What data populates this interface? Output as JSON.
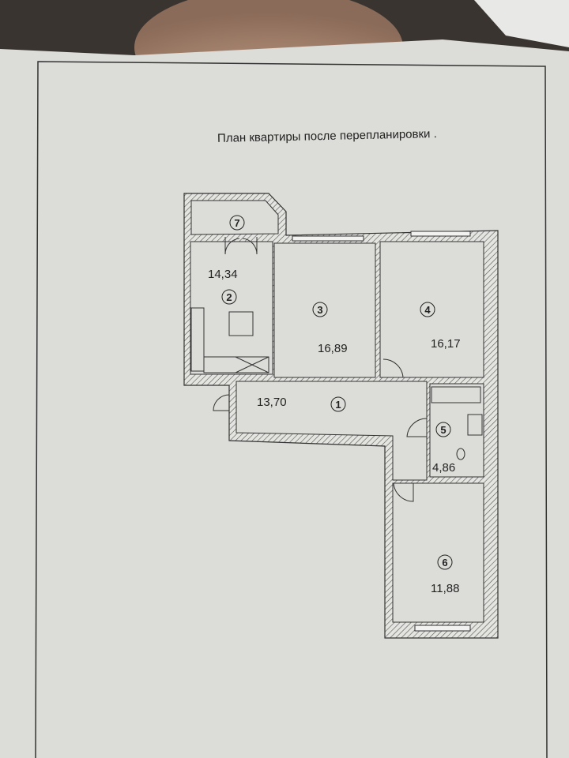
{
  "title": "План квартиры после  перепланировки .",
  "rooms": [
    {
      "number": "1",
      "area": "13,70"
    },
    {
      "number": "2",
      "area": "14,34"
    },
    {
      "number": "3",
      "area": "16,89"
    },
    {
      "number": "4",
      "area": "16,17"
    },
    {
      "number": "5",
      "area": "4,86"
    },
    {
      "number": "6",
      "area": "11,88"
    },
    {
      "number": "7",
      "area": ""
    }
  ],
  "colors": {
    "paper": "#dcdcd8",
    "ink": "#222222",
    "background": "#3a3430"
  }
}
